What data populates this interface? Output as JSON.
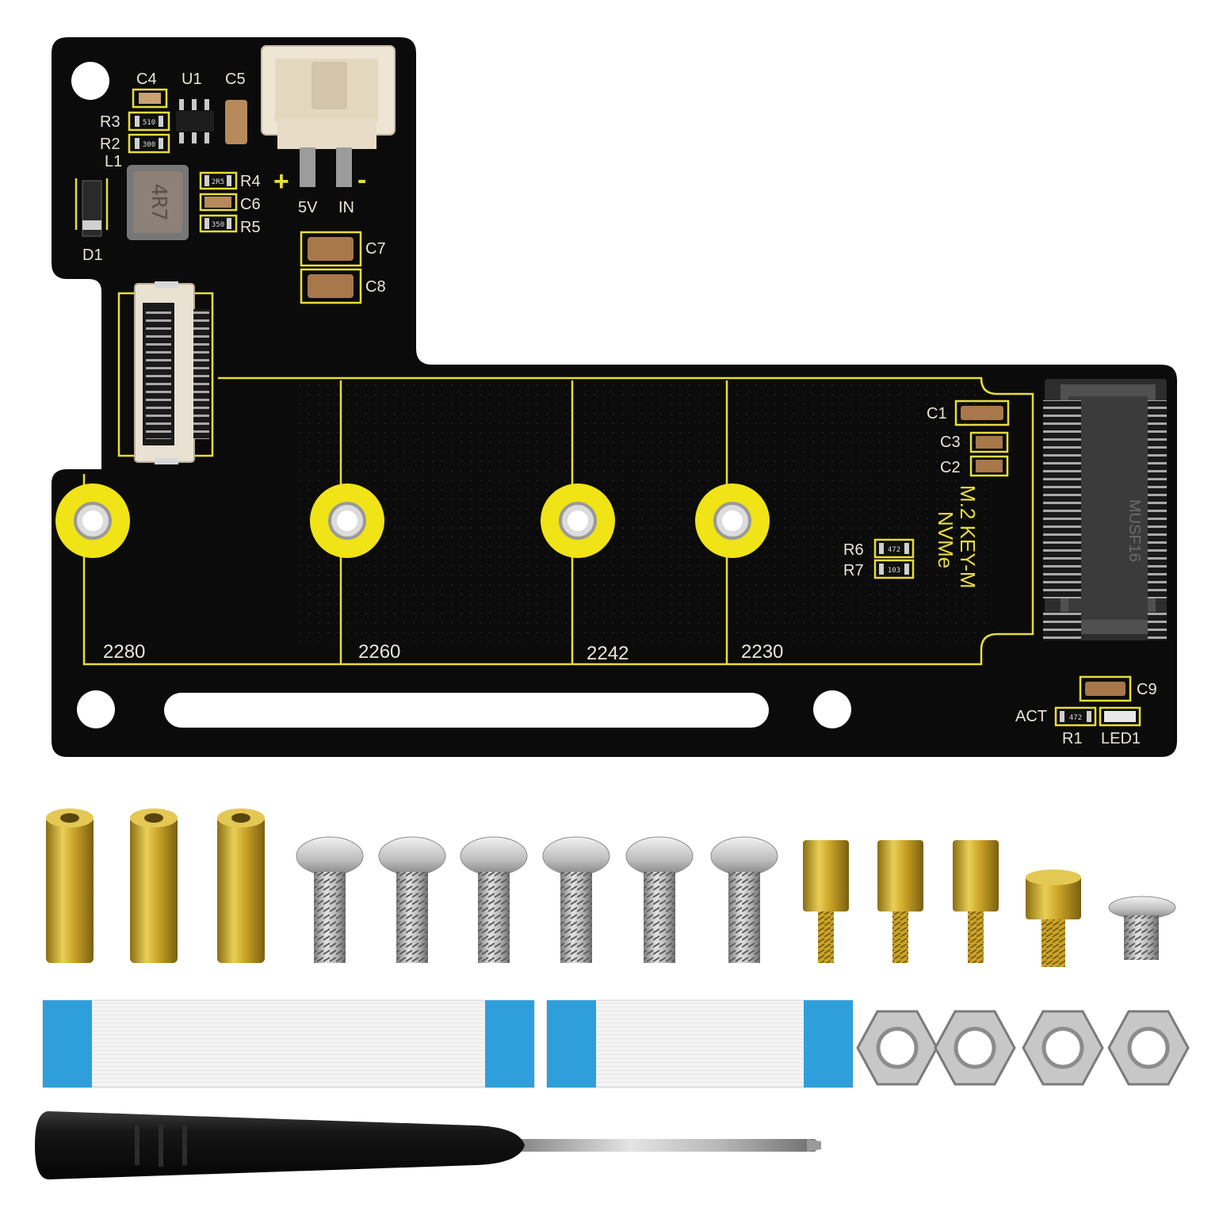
{
  "board": {
    "component_labels": {
      "c4": "C4",
      "u1": "U1",
      "c5": "C5",
      "r3": "R3",
      "r2": "R2",
      "l1": "L1",
      "d1": "D1",
      "r4": "R4",
      "c6": "C6",
      "r5": "R5",
      "c7": "C7",
      "c8": "C8",
      "c1": "C1",
      "c3": "C3",
      "c2": "C2",
      "r6": "R6",
      "r7": "R7",
      "c9": "C9",
      "act": "ACT",
      "r1": "R1",
      "led1": "LED1"
    },
    "power": {
      "plus": "+",
      "minus": "-",
      "v5": "5V",
      "in": "IN"
    },
    "size_labels": [
      "2280",
      "2260",
      "2242",
      "2230"
    ],
    "title_line1": "M.2 KEY-M",
    "title_line2": "NVMe",
    "part_markings": {
      "r3_code": "510",
      "r2_code": "300",
      "r4_code": "2R5",
      "r5_code": "350",
      "inductor_code": "4R7",
      "r6_code": "472",
      "r7_code": "103",
      "r1_code": "472",
      "slot_marking": "MUSF16"
    }
  },
  "colors": {
    "pcb": "#0b0b0b",
    "silkscreen": "#e9e6da",
    "gold_outline": "#e8dd3a",
    "standoff_ring": "#f0e316",
    "brass": "#c9a227",
    "steel": "#b8b8b8",
    "ffc_blue": "#2f9fdb"
  },
  "accessories": {
    "long_brass_standoffs": 3,
    "machine_screws": 6,
    "short_brass_standoffs": 3,
    "hex_standoff": 1,
    "small_screw": 1,
    "ffc_cables": 2,
    "hex_nuts": 4,
    "screwdriver": 1
  }
}
